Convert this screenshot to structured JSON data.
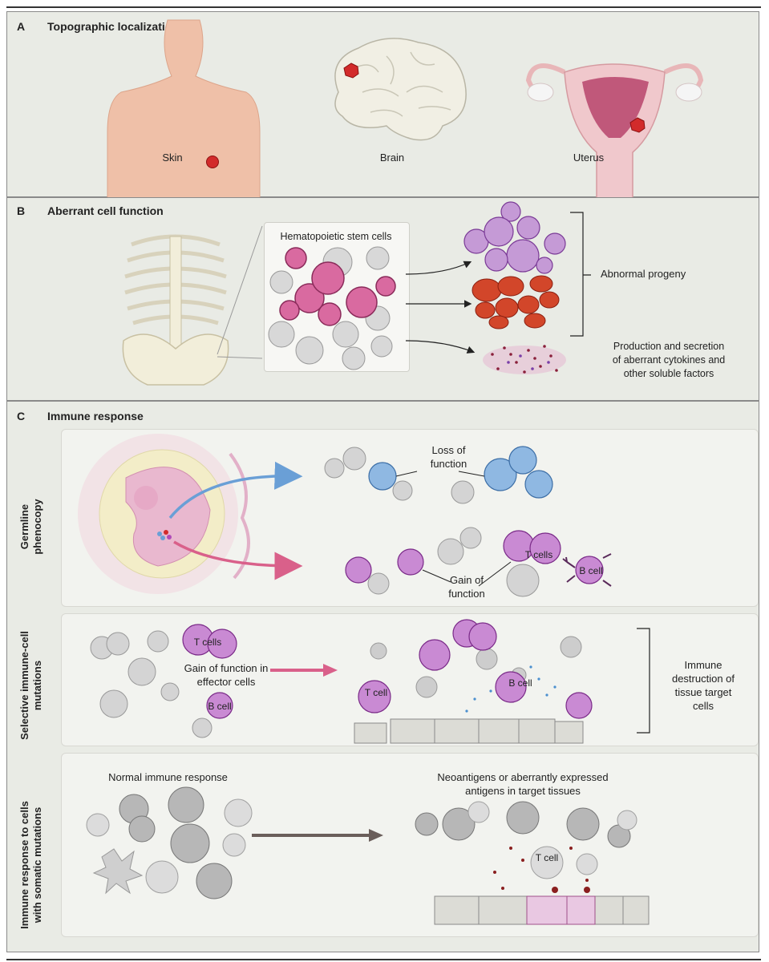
{
  "panel_a": {
    "letter": "A",
    "title": "Topographic localization",
    "skin_label": "Skin",
    "brain_label": "Brain",
    "uterus_label": "Uterus"
  },
  "panel_b": {
    "letter": "B",
    "title": "Aberrant cell function",
    "stem_label": "Hematopoietic stem cells",
    "progeny_label": "Abnormal progeny",
    "secretion_label_1": "Production and secretion",
    "secretion_label_2": "of aberrant cytokines and",
    "secretion_label_3": "other soluble factors"
  },
  "panel_c": {
    "letter": "C",
    "title": "Immune response",
    "germline": {
      "side_1": "Germline",
      "side_2": "phenocopy",
      "loss_1": "Loss of",
      "loss_2": "function",
      "gain_1": "Gain of",
      "gain_2": "function",
      "t_cells": "T cells",
      "b_cell": "B cell"
    },
    "selective": {
      "side_1": "Selective immune-cell",
      "side_2": "mutations",
      "t_cells": "T cells",
      "gain_1": "Gain of function in",
      "gain_2": "effector cells",
      "b_cell_left": "B cell",
      "t_cell": "T cell",
      "b_cell_right": "B cell",
      "destruction_1": "Immune",
      "destruction_2": "destruction of",
      "destruction_3": "tissue target",
      "destruction_4": "cells"
    },
    "somatic": {
      "side_1": "Immune response to cells",
      "side_2": "with somatic mutations",
      "normal": "Normal immune response",
      "neo_1": "Neoantigens or aberrantly expressed",
      "neo_2": "antigens in target tissues",
      "t_cell": "T cell"
    }
  },
  "colors": {
    "panel_bg": "#e9ebe5",
    "lesion": "#d22b2b",
    "magenta_cell": "#b04ab8",
    "blue_cell": "#6a9fd6",
    "gray_cell": "#b8b8b8",
    "pink_arrow": "#d9608a",
    "blue_arrow": "#6a9fd6"
  }
}
